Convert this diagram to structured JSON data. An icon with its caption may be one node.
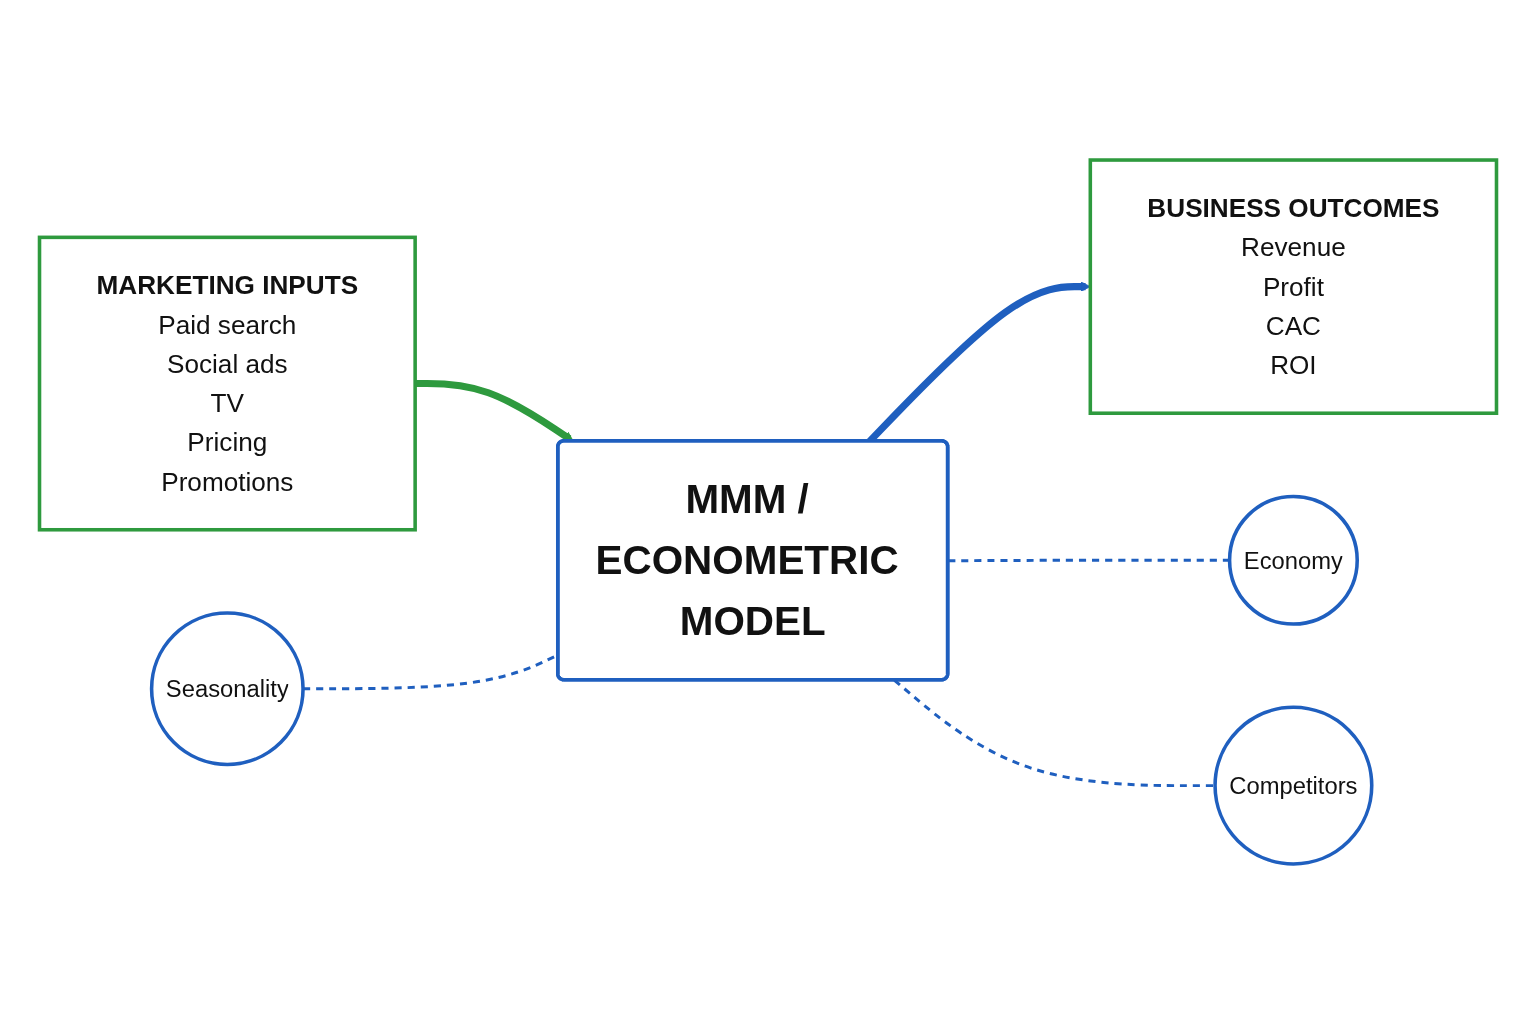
{
  "diagram": {
    "nodes": [
      {
        "text": [
          "MARKETING INPUTS",
          "Paid search",
          "Social ads",
          "TV",
          "Pricing",
          "Promotions"
        ]
      },
      {
        "text": [
          "Seasonality"
        ]
      },
      {
        "text": [
          "MMM / ECONOMETRIC MODEL"
        ]
      },
      {
        "text": [
          "Economy"
        ]
      },
      {
        "text": [
          "Competitors"
        ]
      },
      {
        "text": [
          "BUSINESS OUTCOMES",
          "Revenue",
          "Profit",
          "CAC",
          "ROI"
        ]
      }
    ],
    "edges": [
      {
        "from": 0,
        "to": 2,
        "arrow": "to",
        "style": "thick",
        "color": "#2e9a3e"
      },
      {
        "from": 2,
        "to": 5,
        "arrow": "to",
        "style": "thick"
      },
      {
        "from": 1,
        "to": 2,
        "arrow": "none",
        "style": "dashed"
      },
      {
        "from": 2,
        "to": 3,
        "arrow": "none",
        "style": "dashed"
      },
      {
        "from": 2,
        "to": 4,
        "arrow": "none",
        "style": "dashed"
      }
    ]
  }
}
